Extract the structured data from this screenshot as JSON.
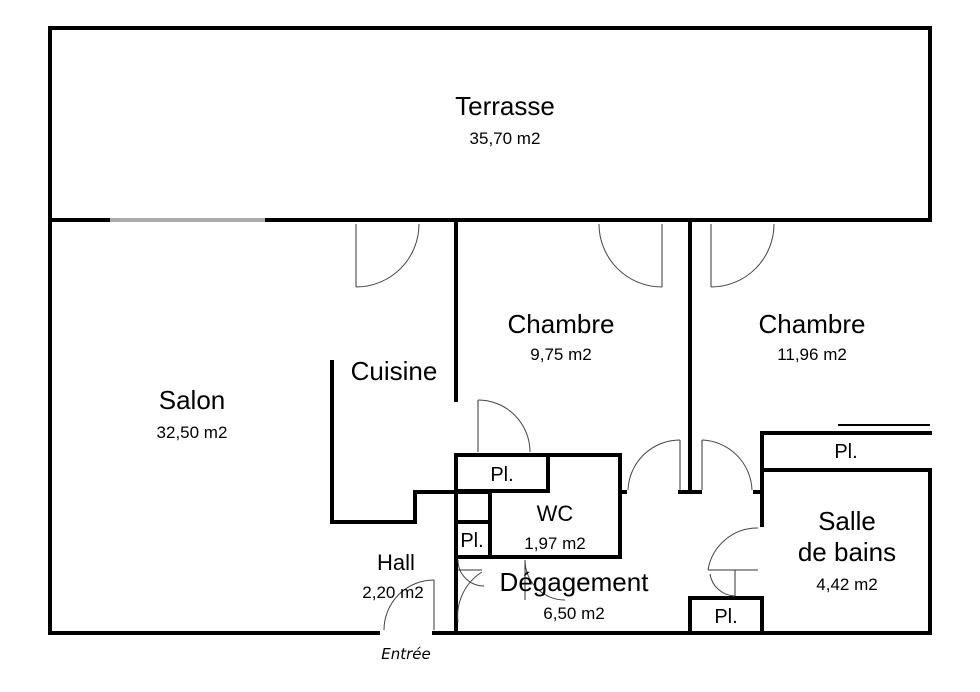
{
  "rooms": {
    "terrasse": {
      "name": "Terrasse",
      "area": "35,70 m2"
    },
    "salon": {
      "name": "Salon",
      "area": "32,50 m2"
    },
    "cuisine": {
      "name": "Cuisine"
    },
    "chambre1": {
      "name": "Chambre",
      "area": "9,75 m2"
    },
    "chambre2": {
      "name": "Chambre",
      "area": "11,96 m2"
    },
    "wc": {
      "name": "WC",
      "area": "1,97 m2"
    },
    "hall": {
      "name": "Hall",
      "area": "2,20 m2"
    },
    "degagement": {
      "name": "Dégagement",
      "area": "6,50 m2"
    },
    "salle_de_bains": {
      "name_line1": "Salle",
      "name_line2": "de bains",
      "area": "4,42 m2"
    }
  },
  "closets": {
    "closet_chambre1": "Pl.",
    "closet_hall": "Pl.",
    "closet_bathroom": "Pl.",
    "closet_degagement": "Pl."
  },
  "entrance": {
    "label": "Entrée"
  }
}
